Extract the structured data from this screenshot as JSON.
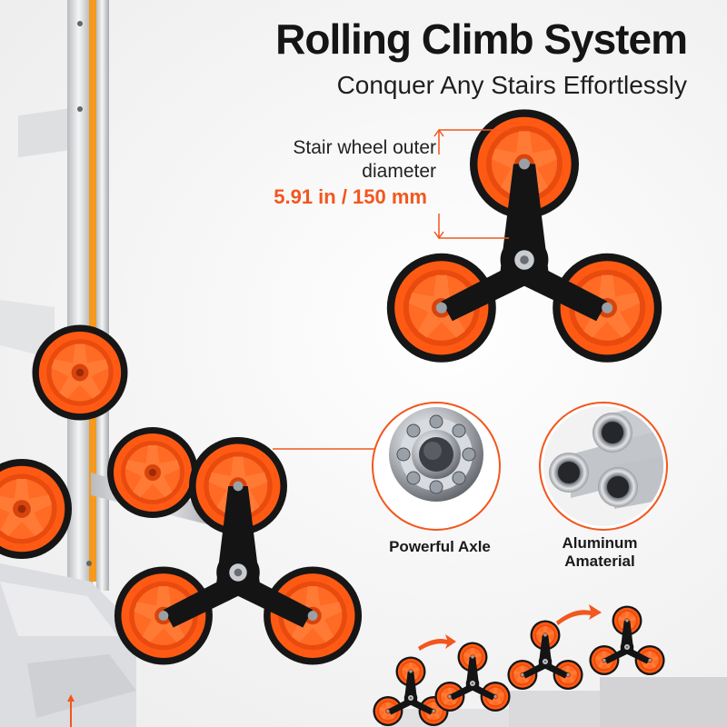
{
  "header": {
    "title": "Rolling Climb System",
    "subtitle": "Conquer Any Stairs Effortlessly"
  },
  "dimension": {
    "label": "Stair wheel outer diameter",
    "value": "5.91 in / 150 mm"
  },
  "features": [
    {
      "label": "Powerful Axle",
      "icon": "bearing-icon"
    },
    {
      "label": "Aluminum Amaterial",
      "icon": "aluminum-tubes-icon"
    }
  ],
  "colors": {
    "accent_orange": "#f2571e",
    "wheel_orange": "#ff5a14",
    "tire_black": "#161616",
    "frame_silver": "#d9dadc",
    "background": "#f6f6f6"
  }
}
